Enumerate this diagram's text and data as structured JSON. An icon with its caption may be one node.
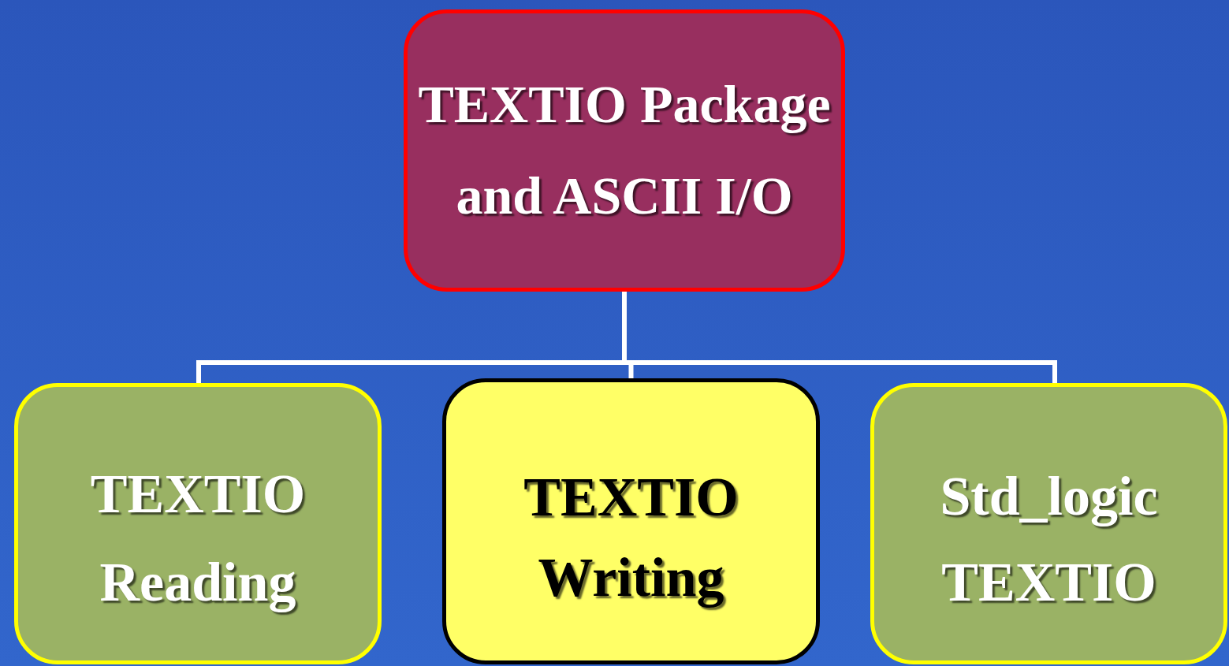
{
  "diagram": {
    "nodes": [
      {
        "text": [
          "TEXTIO Package and ASCII I/O"
        ]
      },
      {
        "text": [
          "TEXTIO Reading"
        ]
      },
      {
        "text": [
          "TEXTIO Writing"
        ]
      },
      {
        "text": [
          "Std_logic TEXTIO"
        ]
      }
    ],
    "edges": [
      {
        "from": 0,
        "to": 1,
        "arrow": "none"
      },
      {
        "from": 0,
        "to": 2,
        "arrow": "none"
      },
      {
        "from": 0,
        "to": 3,
        "arrow": "none"
      }
    ]
  }
}
